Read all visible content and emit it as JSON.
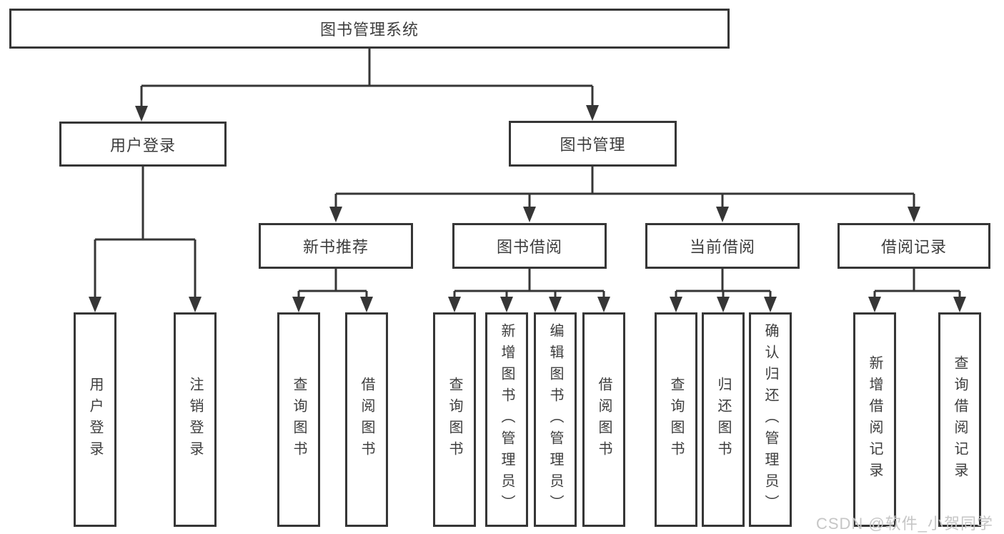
{
  "diagram": {
    "type": "hierarchy-tree",
    "nodes": {
      "root": "图书管理系统",
      "login": "用户登录",
      "mgmt": "图书管理",
      "leaf_login": "用户登录",
      "leaf_logout": "注销登录",
      "rec": "新书推荐",
      "borrow": "图书借阅",
      "current": "当前借阅",
      "records": "借阅记录",
      "rec_query": "查询图书",
      "rec_borrow": "借阅图书",
      "bor_query": "查询图书",
      "bor_add": "新增图书（管理员）",
      "bor_edit": "编辑图书（管理员）",
      "bor_borrow": "借阅图书",
      "cur_query": "查询图书",
      "cur_return": "归还图书",
      "cur_confirm": "确认归还（管理员）",
      "recd_add": "新增借阅记录",
      "recd_query": "查询借阅记录"
    },
    "hierarchy": {
      "图书管理系统": {
        "用户登录": [
          "用户登录",
          "注销登录"
        ],
        "图书管理": {
          "新书推荐": [
            "查询图书",
            "借阅图书"
          ],
          "图书借阅": [
            "查询图书",
            "新增图书（管理员）",
            "编辑图书（管理员）",
            "借阅图书"
          ],
          "当前借阅": [
            "查询图书",
            "归还图书",
            "确认归还（管理员）"
          ],
          "借阅记录": [
            "新增借阅记录",
            "查询借阅记录"
          ]
        }
      }
    },
    "colors": {
      "line": "#363636",
      "text": "#3d3d3d",
      "background": "#ffffff",
      "watermark": "#c6c6c6"
    }
  },
  "watermark": "CSDN @软件_小贺同学"
}
